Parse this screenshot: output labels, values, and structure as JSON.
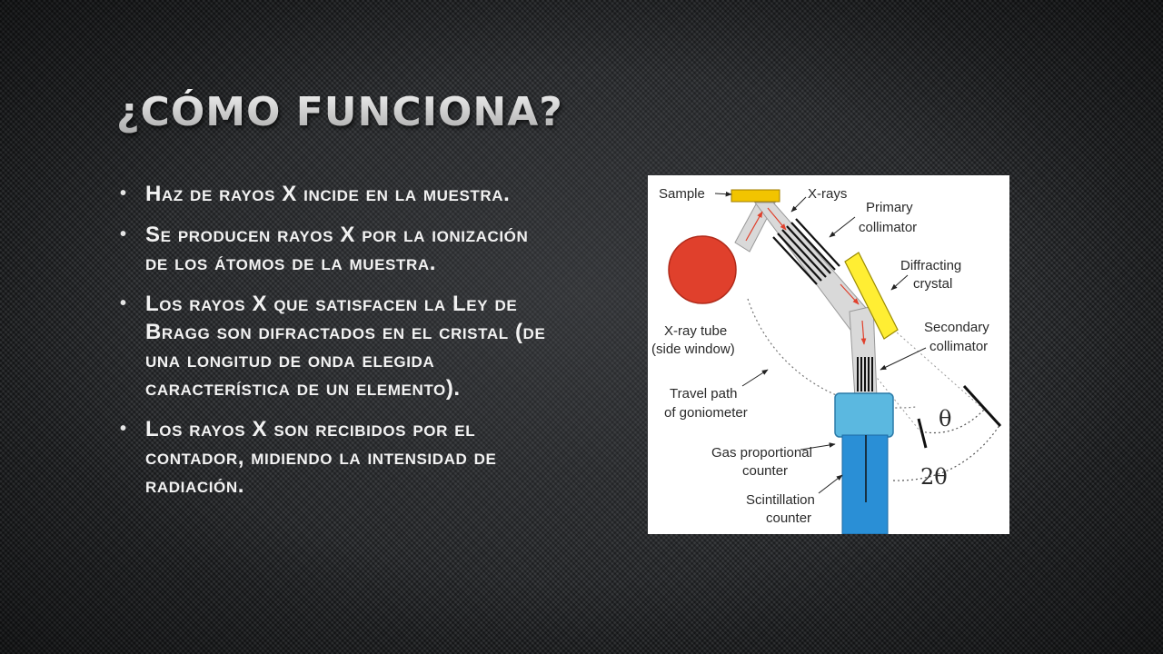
{
  "slide": {
    "title": "¿Cómo funciona?",
    "bullets": [
      {
        "text": "Haz de rayos X incide en la muestra."
      },
      {
        "text": "Se producen rayos X por la ionización de los átomos de la muestra."
      },
      {
        "text": "Los rayos X que satisfacen la Ley de Bragg son difractados en el cristal (de una longitud de onda elegida característica de un elemento)."
      },
      {
        "text": "Los rayos X son recibidos por el contador, midiendo la intensidad de radiación."
      }
    ]
  },
  "diagram": {
    "labels": {
      "sample": "Sample",
      "xrays": "X-rays",
      "primary_1": "Primary",
      "primary_2": "collimator",
      "diffracting_1": "Diffracting",
      "diffracting_2": "crystal",
      "secondary_1": "Secondary",
      "secondary_2": "collimator",
      "tube_1": "X-ray tube",
      "tube_2": "(side window)",
      "travel_1": "Travel path",
      "travel_2": "of goniometer",
      "gas_1": "Gas proportional",
      "gas_2": "counter",
      "scint_1": "Scintillation",
      "scint_2": "counter",
      "theta": "θ",
      "two_theta": "2θ"
    },
    "colors": {
      "tube": "#e0402c",
      "sample": "#f2c400",
      "crystal": "#ffee33",
      "path": "#d9d9d9",
      "gas_counter": "#5bb8e0",
      "scint_counter": "#2a8fd6",
      "ray": "#e0402c"
    }
  }
}
